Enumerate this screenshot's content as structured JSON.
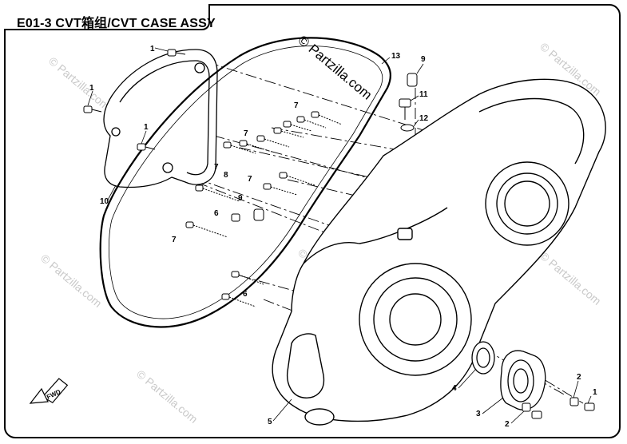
{
  "title": "E01-3 CVT箱组/CVT CASE ASSY",
  "watermark": {
    "text": "© Partzilla.com"
  },
  "callouts": [
    {
      "id": "c-1a",
      "label": "1"
    },
    {
      "id": "c-1b",
      "label": "1"
    },
    {
      "id": "c-1c",
      "label": "1"
    },
    {
      "id": "c-1d",
      "label": "1"
    },
    {
      "id": "c-2a",
      "label": "2"
    },
    {
      "id": "c-2b",
      "label": "2"
    },
    {
      "id": "c-3",
      "label": "3"
    },
    {
      "id": "c-4",
      "label": "4"
    },
    {
      "id": "c-5",
      "label": "5"
    },
    {
      "id": "c-6a",
      "label": "6"
    },
    {
      "id": "c-6b",
      "label": "6"
    },
    {
      "id": "c-7a",
      "label": "7"
    },
    {
      "id": "c-7b",
      "label": "7"
    },
    {
      "id": "c-7c",
      "label": "7"
    },
    {
      "id": "c-7d",
      "label": "7"
    },
    {
      "id": "c-7e",
      "label": "7"
    },
    {
      "id": "c-8",
      "label": "8"
    },
    {
      "id": "c-9a",
      "label": "9"
    },
    {
      "id": "c-9b",
      "label": "9"
    },
    {
      "id": "c-10",
      "label": "10"
    },
    {
      "id": "c-11",
      "label": "11"
    },
    {
      "id": "c-12",
      "label": "12"
    },
    {
      "id": "c-13",
      "label": "13"
    }
  ],
  "fwd_label": "FWD",
  "colors": {
    "line": "#000000",
    "watermark": "#c9c9c9",
    "background": "#ffffff"
  }
}
